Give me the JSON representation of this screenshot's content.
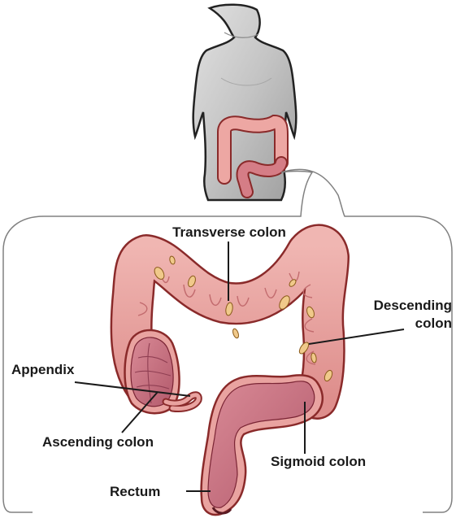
{
  "labels": {
    "transverse": "Transverse colon",
    "descending_line1": "Descending",
    "descending_line2": "colon",
    "appendix": "Appendix",
    "ascending": "Ascending colon",
    "sigmoid": "Sigmoid colon",
    "rectum": "Rectum"
  },
  "colors": {
    "colon_fill": "#e9a3a0",
    "colon_outline": "#8a2a2a",
    "colon_inner": "#c46a78",
    "fat_deposit": "#f0c98a",
    "body_gray": "#c8c8c8",
    "callout_border": "#808080",
    "label_text": "#1a1a1a"
  }
}
